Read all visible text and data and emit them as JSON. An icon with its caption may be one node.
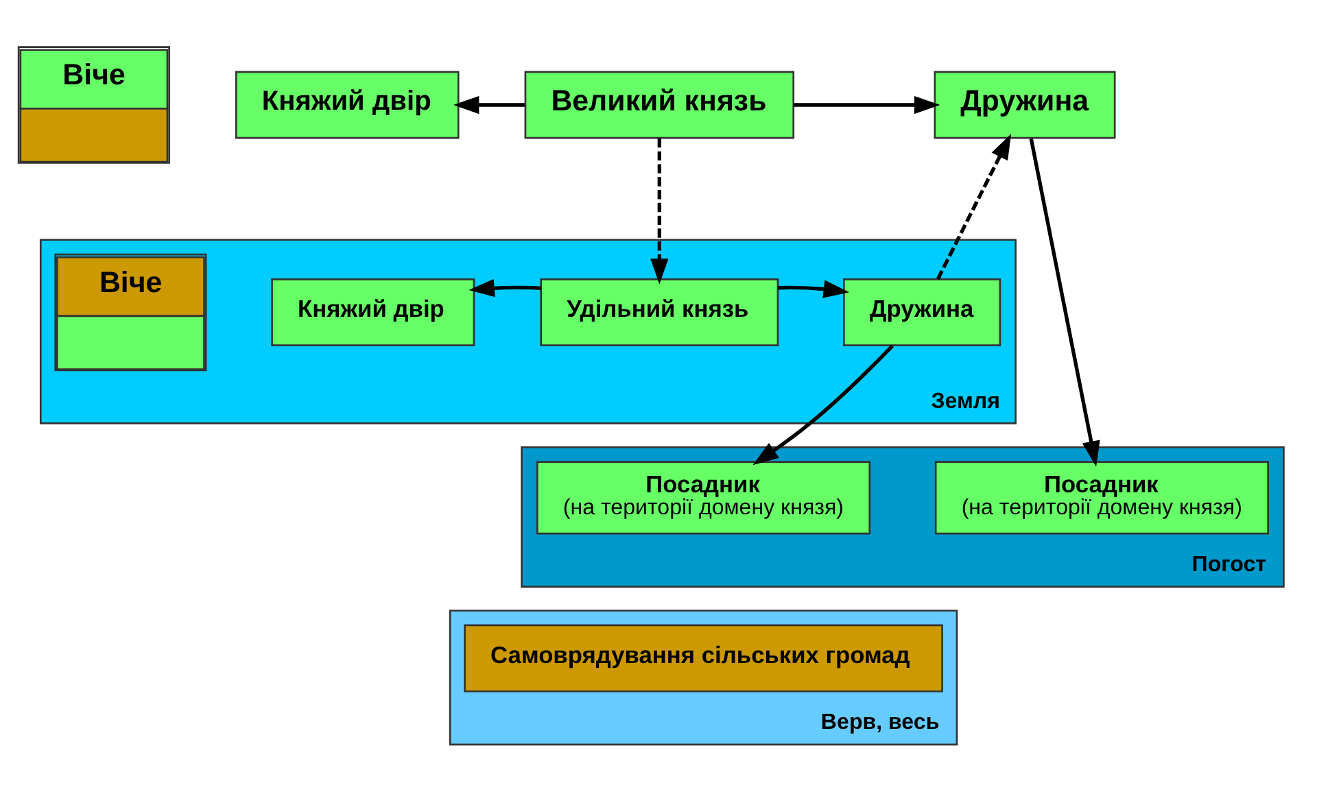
{
  "diagram": {
    "nodes": [
      {
        "text": [
          "Віче"
        ]
      },
      {
        "text": [
          "Княжий двір"
        ]
      },
      {
        "text": [
          "Великий князь"
        ]
      },
      {
        "text": [
          "Дружина"
        ]
      },
      {
        "text": [
          "Земля"
        ]
      },
      {
        "text": [
          "Віче"
        ],
        "in": 4
      },
      {
        "text": [
          "Княжий двір"
        ],
        "in": 4
      },
      {
        "text": [
          "Удільний князь"
        ],
        "in": 4
      },
      {
        "text": [
          "Дружина"
        ],
        "in": 4
      },
      {
        "text": [
          "Погост"
        ]
      },
      {
        "text": [
          "Посадник",
          "(на території домену князя)"
        ],
        "in": 9
      },
      {
        "text": [
          "Посадник",
          "(на території домену князя)"
        ],
        "in": 9
      },
      {
        "text": [
          "Верв, весь"
        ]
      },
      {
        "text": [
          "Самоврядування сільських громад"
        ],
        "in": 12
      }
    ],
    "edges": [
      {
        "from": 2,
        "to": 1,
        "arrow": "to"
      },
      {
        "from": 2,
        "to": 3,
        "arrow": "to"
      },
      {
        "from": 2,
        "to": 7,
        "arrow": "to",
        "style": "dashed"
      },
      {
        "from": 8,
        "to": 3,
        "arrow": "to",
        "style": "dashed"
      },
      {
        "from": 7,
        "to": 6,
        "arrow": "to"
      },
      {
        "from": 7,
        "to": 8,
        "arrow": "to"
      },
      {
        "from": 8,
        "to": 10,
        "arrow": "to"
      },
      {
        "from": 3,
        "to": 11,
        "arrow": "to"
      }
    ]
  }
}
